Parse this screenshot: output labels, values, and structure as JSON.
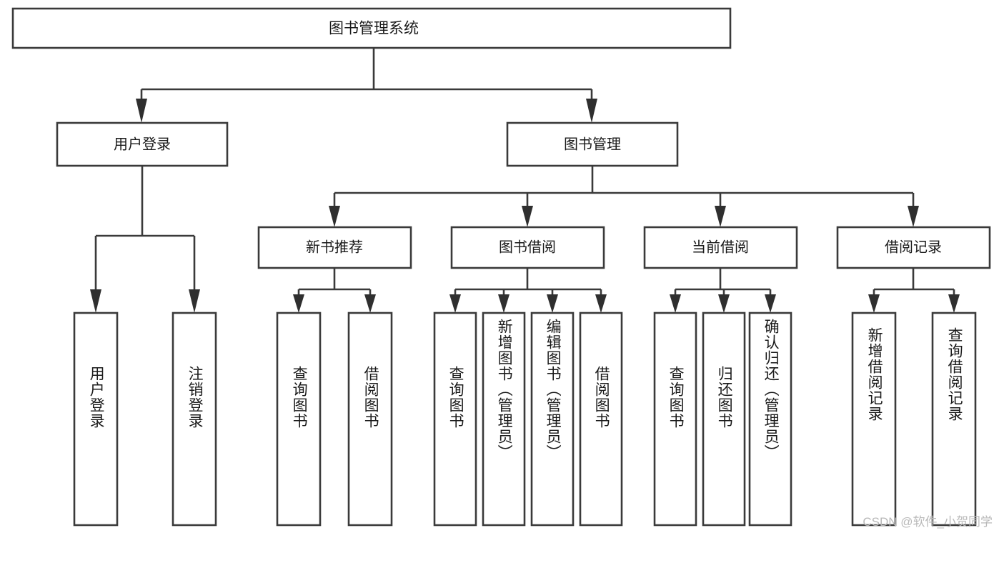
{
  "diagram": {
    "type": "tree-hierarchy",
    "title": "图书管理系统",
    "root": {
      "label": "图书管理系统"
    },
    "level1": [
      {
        "label": "用户登录"
      },
      {
        "label": "图书管理"
      }
    ],
    "level2": [
      {
        "label": "新书推荐",
        "parent": "图书管理"
      },
      {
        "label": "图书借阅",
        "parent": "图书管理"
      },
      {
        "label": "当前借阅",
        "parent": "图书管理"
      },
      {
        "label": "借阅记录",
        "parent": "图书管理"
      }
    ],
    "leaves": {
      "用户登录": [
        "用户登录",
        "注销登录"
      ],
      "新书推荐": [
        "查询图书",
        "借阅图书"
      ],
      "图书借阅": [
        "查询图书",
        "新增图书（管理员）",
        "编辑图书（管理员）",
        "借阅图书"
      ],
      "当前借阅": [
        "查询图书",
        "归还图书",
        "确认归还（管理员）"
      ],
      "借阅记录": [
        "新增借阅记录",
        "查询借阅记录"
      ]
    }
  },
  "colors": {
    "stroke": "#3a3a3a",
    "arrow": "#2f2f2f",
    "box_fill": "#ffffff",
    "text": "#1a1a1a",
    "background": "#ffffff",
    "watermark": "#b9b9b9"
  },
  "watermark": {
    "text": "CSDN @软件_小贺同学"
  }
}
